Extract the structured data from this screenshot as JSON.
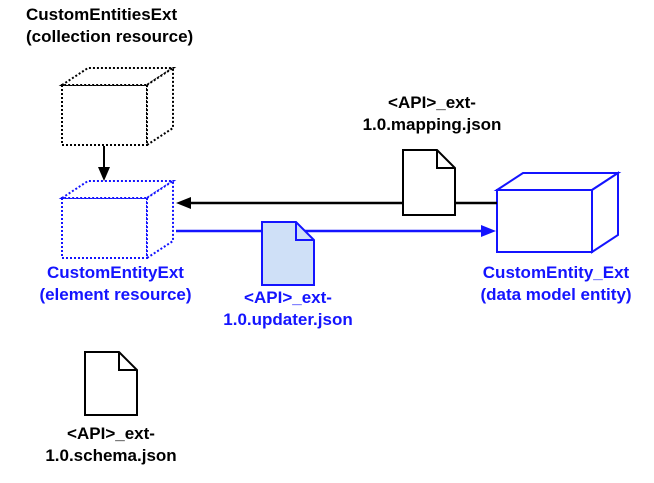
{
  "diagram": {
    "title": "CustomEntitiesExt resource and data model mapping diagram",
    "colors": {
      "black": "#000000",
      "blue": "#1414ff",
      "doc_fill_blue": "#cfe0f7",
      "white": "#ffffff"
    },
    "labels": {
      "collection_resource": "CustomEntitiesExt\n(collection resource)",
      "element_resource": "CustomEntityExt\n(element resource)",
      "data_model_entity": "CustomEntity_Ext\n(data model entity)",
      "mapping_file": "<API>_ext-\n1.0.mapping.json",
      "updater_file": "<API>_ext-\n1.0.updater.json",
      "schema_file": "<API>_ext-\n1.0.schema.json"
    },
    "shapes": [
      {
        "name": "collection-resource-cube",
        "style": "dotted",
        "color": "#000000"
      },
      {
        "name": "element-resource-cube",
        "style": "dotted",
        "color": "#1414ff"
      },
      {
        "name": "data-model-entity-cube",
        "style": "solid",
        "color": "#1414ff"
      },
      {
        "name": "mapping-document-icon",
        "style": "solid",
        "color": "#000000",
        "fill": "#ffffff"
      },
      {
        "name": "updater-document-icon",
        "style": "solid",
        "color": "#1414ff",
        "fill": "#cfe0f7"
      },
      {
        "name": "schema-document-icon",
        "style": "solid",
        "color": "#000000",
        "fill": "#ffffff"
      }
    ],
    "arrows": [
      {
        "name": "collection-to-element-arrow",
        "color": "#000000",
        "direction": "down"
      },
      {
        "name": "entity-to-element-arrow",
        "color": "#000000",
        "direction": "left"
      },
      {
        "name": "element-to-entity-arrow",
        "color": "#1414ff",
        "direction": "right"
      }
    ]
  }
}
